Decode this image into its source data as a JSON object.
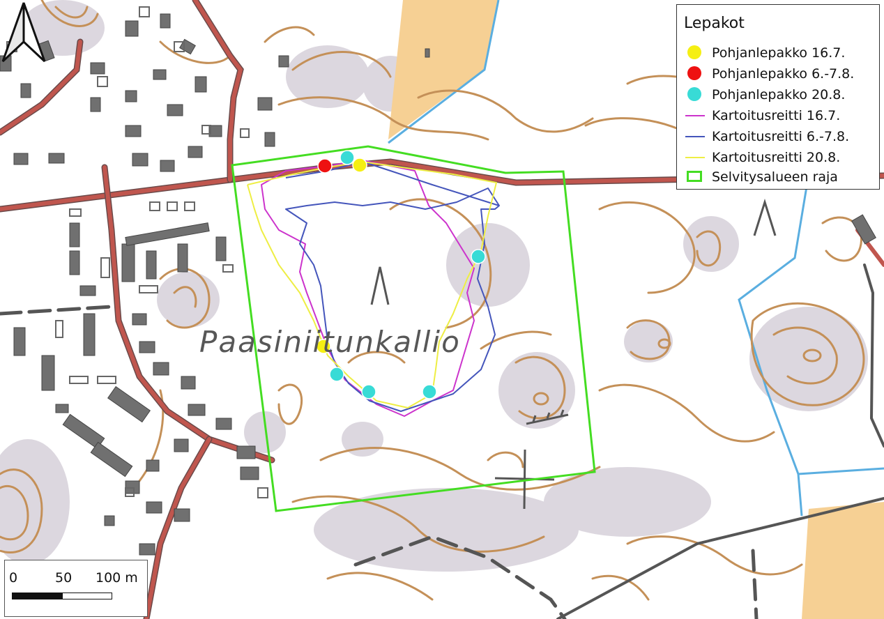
{
  "legend": {
    "title": "Lepakot",
    "items": [
      {
        "label": "Pohjanlepakko 16.7.",
        "kind": "dot",
        "color": "#f5ef13"
      },
      {
        "label": "Pohjanlepakko 6.-7.8.",
        "kind": "dot",
        "color": "#ee1111"
      },
      {
        "label": "Pohjanlepakko 20.8.",
        "kind": "dot",
        "color": "#38dbd6"
      },
      {
        "label": "Kartoitusreitti 16.7.",
        "kind": "line",
        "color": "#cc33cc"
      },
      {
        "label": "Kartoitusreitti 6.-7.8.",
        "kind": "line",
        "color": "#4455bb"
      },
      {
        "label": "Kartoitusreitti 20.8.",
        "kind": "line",
        "color": "#eeee44"
      },
      {
        "label": "Selvitysalueen raja",
        "kind": "rect",
        "color": "#44dd22"
      }
    ]
  },
  "scale": {
    "label_0": "0",
    "label_mid": "50",
    "label_end": "100 m"
  },
  "place_name": "Paasiniitunkallio",
  "colors": {
    "contour": "#c49058",
    "road": "#c0564e",
    "building": "#707070",
    "rock": "#d9d4dc",
    "water": "#5aaee0",
    "field": "#f6d094",
    "boundary": "#44dd22"
  },
  "icons": {
    "north": "north-arrow-icon"
  }
}
